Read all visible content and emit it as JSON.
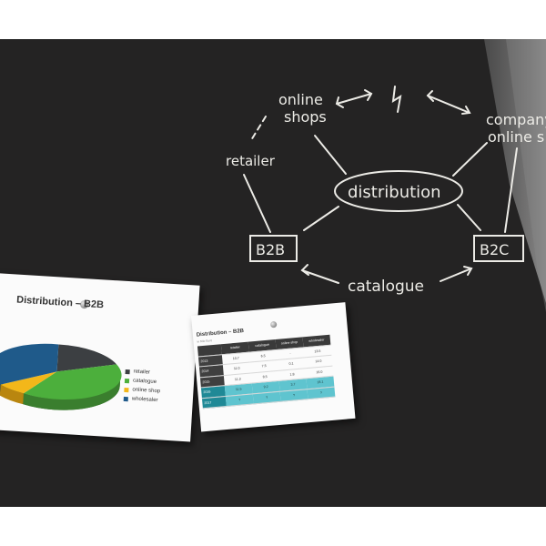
{
  "photo": {
    "description_free": true,
    "board_color": "#242323",
    "chalk_color": "#ecebe6"
  },
  "blackboard": {
    "labels": {
      "online_shops_1": "online",
      "online_shops_2": "shops",
      "company_1": "company",
      "company_2": "online s",
      "retailer": "retailer",
      "distribution": "distribution",
      "b2b": "B2B",
      "b2c": "B2C",
      "catalogue": "catalogue"
    },
    "icons": [
      "lightning-icon",
      "double-arrow-icon"
    ]
  },
  "pie_card": {
    "title": "Distribution – B2B",
    "legend": [
      {
        "label": "retailer",
        "color": "#3c3f42"
      },
      {
        "label": "catalogue",
        "color": "#4caf3c"
      },
      {
        "label": "online shop",
        "color": "#f3b71a"
      },
      {
        "label": "wholesaler",
        "color": "#1f5a8a"
      }
    ]
  },
  "table_card": {
    "title": "Distribution – B2B",
    "subtitle": "in Mio Euro",
    "columns": [
      "",
      "retailer",
      "catalogue",
      "online shop",
      "wholesaler"
    ],
    "rows": [
      {
        "year": "2013",
        "cells": [
          "10.7",
          "6.5",
          "-",
          "13.5"
        ]
      },
      {
        "year": "2014",
        "cells": [
          "11.0",
          "7.5",
          "0.1",
          "14.0"
        ]
      },
      {
        "year": "2015",
        "cells": [
          "11.3",
          "8.5",
          "1.8",
          "16.0"
        ]
      },
      {
        "year": "2016",
        "cells": [
          "11.5",
          "9.2",
          "3.7",
          "18.1"
        ]
      },
      {
        "year": "2017",
        "cells": [
          "?",
          "?",
          "?",
          "?"
        ]
      }
    ]
  }
}
